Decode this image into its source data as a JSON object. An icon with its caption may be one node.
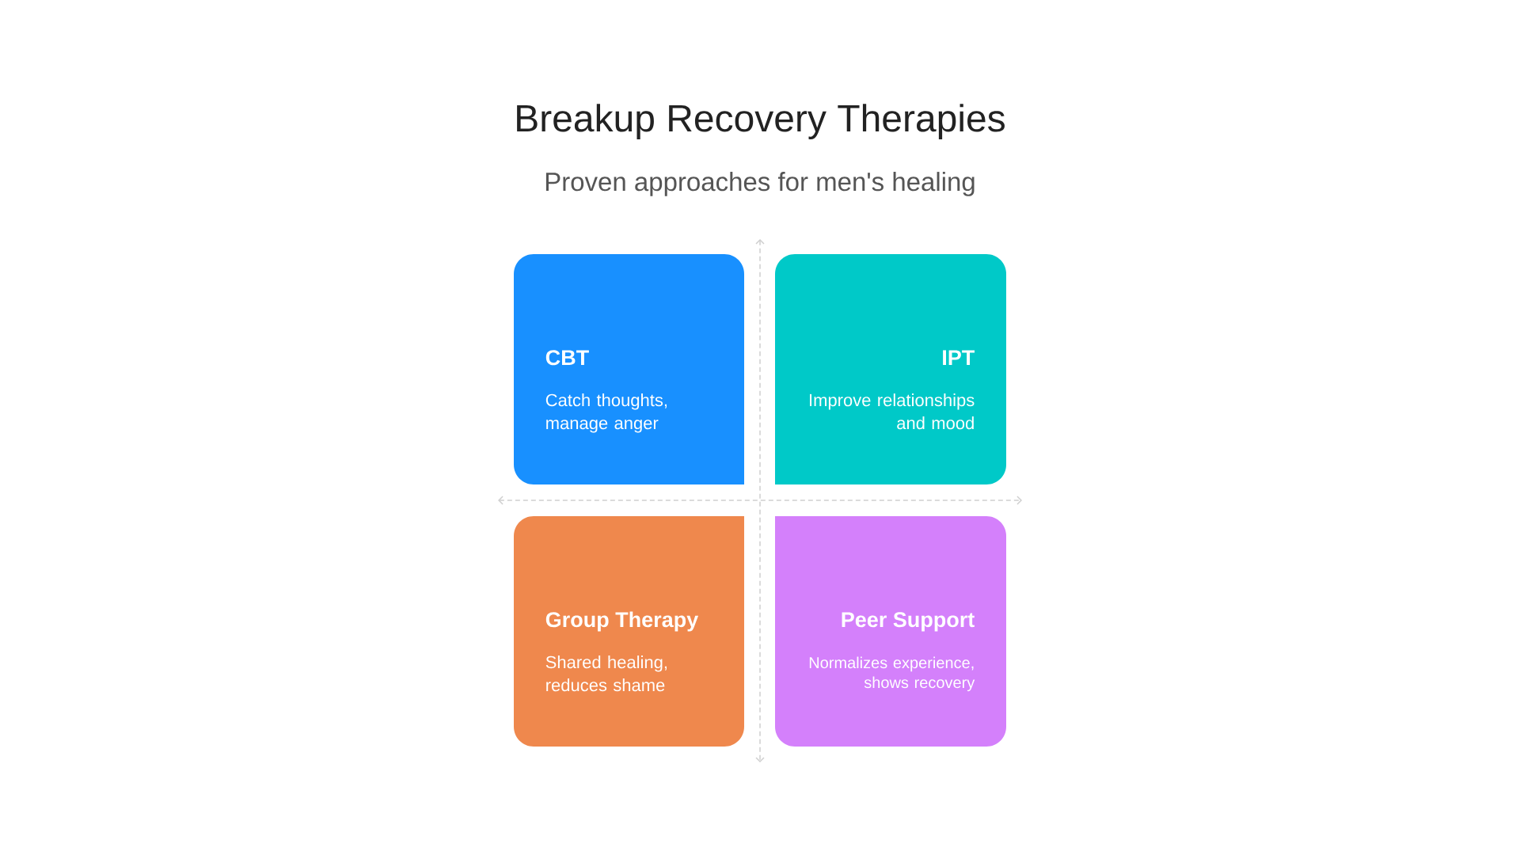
{
  "diagram": {
    "title": "Breakup Recovery Therapies",
    "nodes": [
      {
        "text": [
          "CBT",
          "Catch thoughts, manage anger"
        ]
      },
      {
        "text": [
          "IPT",
          "Improve relationships and mood"
        ]
      },
      {
        "text": [
          "Group Therapy",
          "Shared healing, reduces shame"
        ]
      },
      {
        "text": [
          "Peer Support",
          "Normalizes experience, shows recovery"
        ]
      }
    ],
    "labels": [
      "Proven approaches for men's healing"
    ]
  }
}
